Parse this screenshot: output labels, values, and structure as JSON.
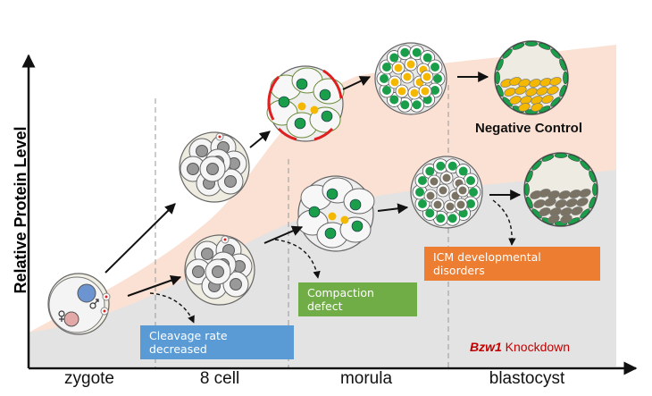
{
  "figure": {
    "y_axis_label": "Relative Protein Level",
    "stages": [
      "zygote",
      "8 cell",
      "morula",
      "blastocyst"
    ],
    "conditions": {
      "control_label": "Negative Control",
      "knockdown_gene": "Bzw1",
      "knockdown_suffix": " Knockdown"
    },
    "phenotypes": [
      {
        "label": "Cleavage rate decreased",
        "color": "#5b9bd5"
      },
      {
        "label": "Compaction defect",
        "color": "#70ad47"
      },
      {
        "label": "ICM developmental disorders",
        "color": "#ed7d31"
      }
    ],
    "colors": {
      "control_band": "#fbe1d3",
      "knockdown_band": "#e3e3e3",
      "nucleus_gray": "#999999",
      "te_green": "#1a9e4a",
      "icm_yellow": "#f5b800",
      "defect_icm_brown": "#7a7262",
      "compaction_red": "#e02020",
      "male_pronucleus": "#6c94d0",
      "female_pronucleus": "#e3a8a8"
    },
    "icons": {
      "male": "male-symbol-icon",
      "female": "female-symbol-icon"
    }
  }
}
